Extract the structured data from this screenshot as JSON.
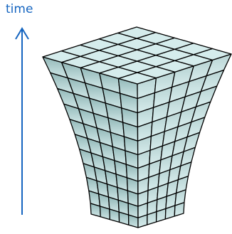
{
  "axis": {
    "label": "time",
    "color": "#1565c0"
  },
  "grid": {
    "columns": 5,
    "layers": 11
  },
  "colors": {
    "top_face": "#d5ecec",
    "left_side_top": "#92b8b8",
    "left_side_bottom": "#cfe6e6",
    "right_side_top": "#b8d4d4",
    "right_side_bottom": "#d7ecec",
    "outline": "#000000"
  }
}
